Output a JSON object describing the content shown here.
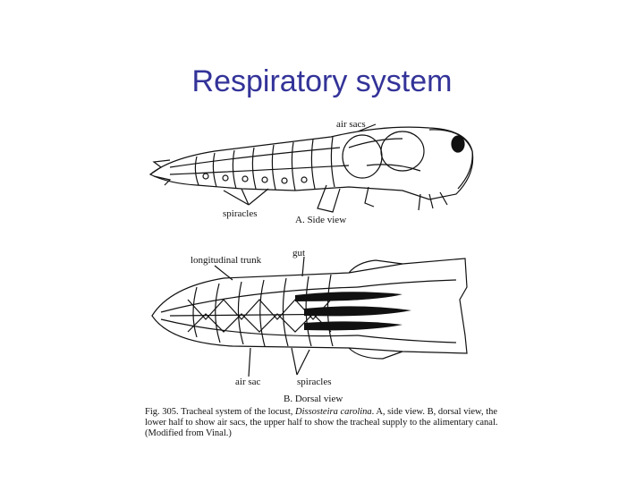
{
  "slide": {
    "title": "Respiratory system"
  },
  "figure": {
    "side_view": {
      "label_air_sacs": "air sacs",
      "label_spiracles": "spiracles",
      "view_caption": "A. Side view"
    },
    "dorsal_view": {
      "label_longitudinal_trunk": "longitudinal trunk",
      "label_gut": "gut",
      "label_air_sac": "air sac",
      "label_spiracles": "spiracles",
      "view_caption": "B. Dorsal view"
    },
    "caption": {
      "part1": "Fig. 305. Tracheal system of the locust, ",
      "species": "Dissosteira carolina",
      "part2": ". A, side view. B, dorsal view, the lower half to show air sacs, the upper half to show the tracheal supply to the alimentary canal. (Modified from Vinal.)"
    }
  }
}
